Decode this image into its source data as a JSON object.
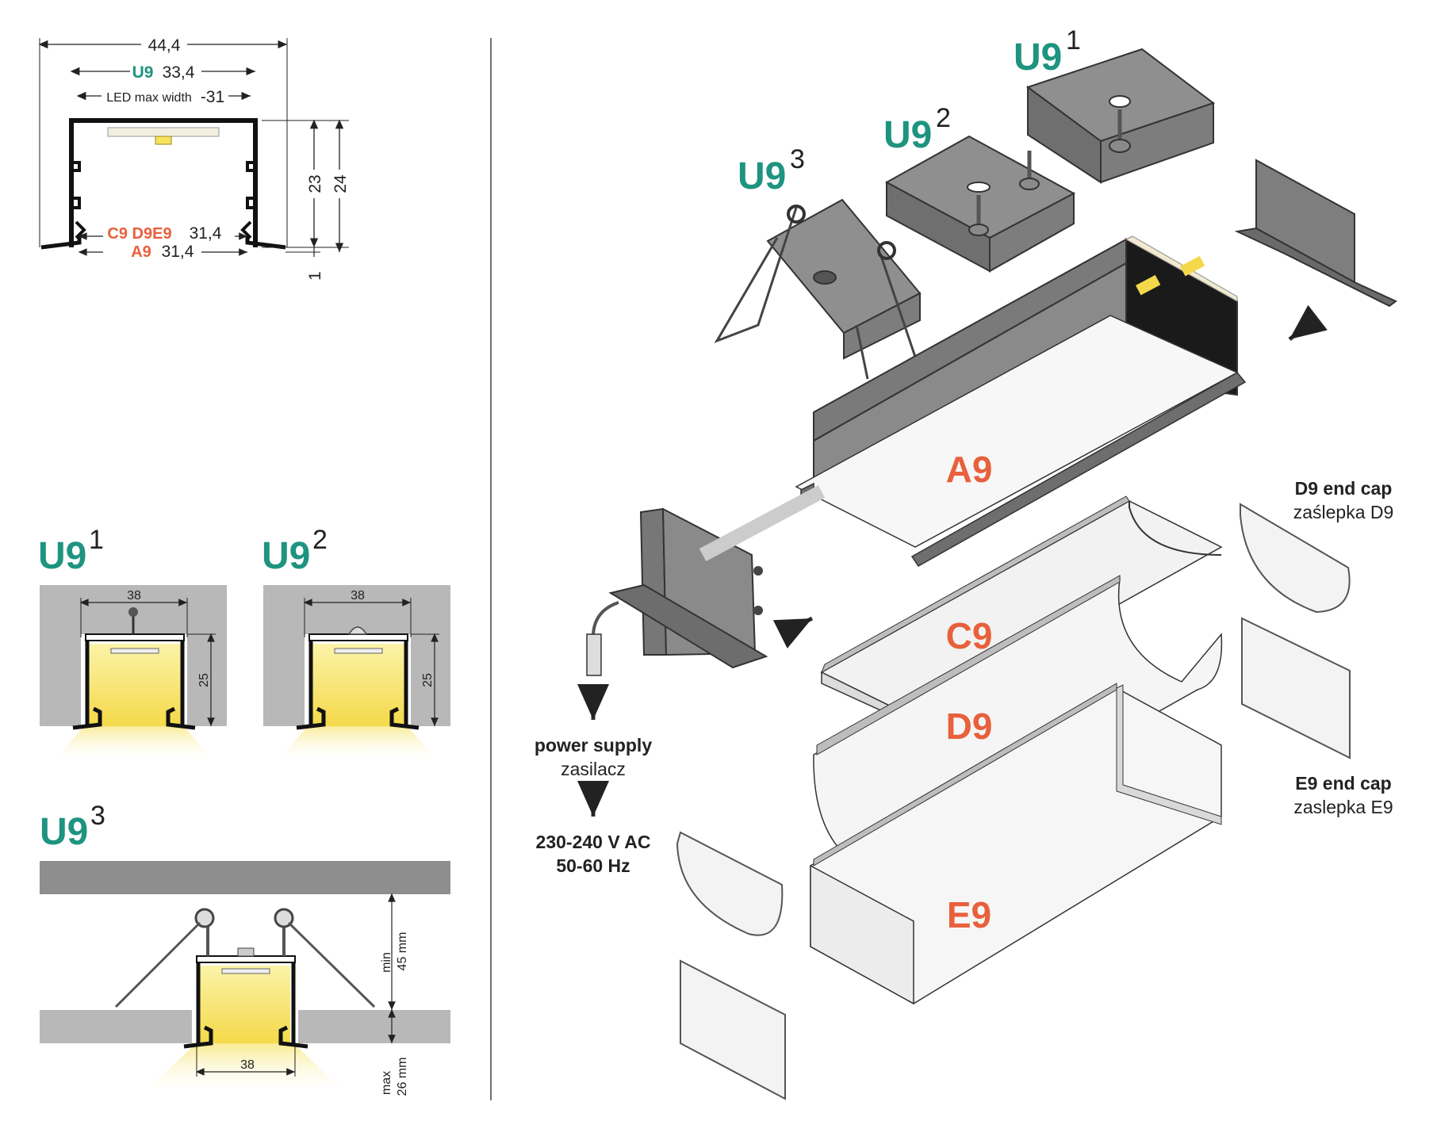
{
  "cross_section": {
    "width_total": "44,4",
    "u9_label": "U9",
    "u9_width": "33,4",
    "led_width_label": "LED max width",
    "led_width_value": "-31",
    "height_inner": "23",
    "height_outer": "24",
    "cover_label": "C9 D9E9",
    "cover_width": "31,4",
    "a9_label": "A9",
    "a9_width": "31,4",
    "flange": "1"
  },
  "mount_variants": [
    {
      "name": "U9",
      "sup": "1",
      "width": "38",
      "height": "25"
    },
    {
      "name": "U9",
      "sup": "2",
      "width": "38",
      "height": "25"
    },
    {
      "name": "U9",
      "sup": "3",
      "width": "38",
      "min_label": "min",
      "min_value": "45 mm",
      "max_label": "max",
      "max_value": "26 mm"
    }
  ],
  "exploded": {
    "clip_labels": [
      {
        "name": "U9",
        "sup": "3"
      },
      {
        "name": "U9",
        "sup": "2"
      },
      {
        "name": "U9",
        "sup": "1"
      }
    ],
    "covers": [
      "A9",
      "C9",
      "D9",
      "E9"
    ],
    "d9_cap": {
      "en": "D9 end cap",
      "pl": "zaślepka D9"
    },
    "e9_cap": {
      "en": "E9 end cap",
      "pl": "zaslepka E9"
    },
    "power": {
      "en": "power supply",
      "pl": "zasilacz"
    },
    "voltage": "230-240 V AC",
    "frequency": "50-60 Hz"
  },
  "colors": {
    "brand_green": "#1e9480",
    "label_orange": "#e8603c",
    "profile_grey": "#7a7a7a",
    "led_yellow": "#f6e35c"
  }
}
